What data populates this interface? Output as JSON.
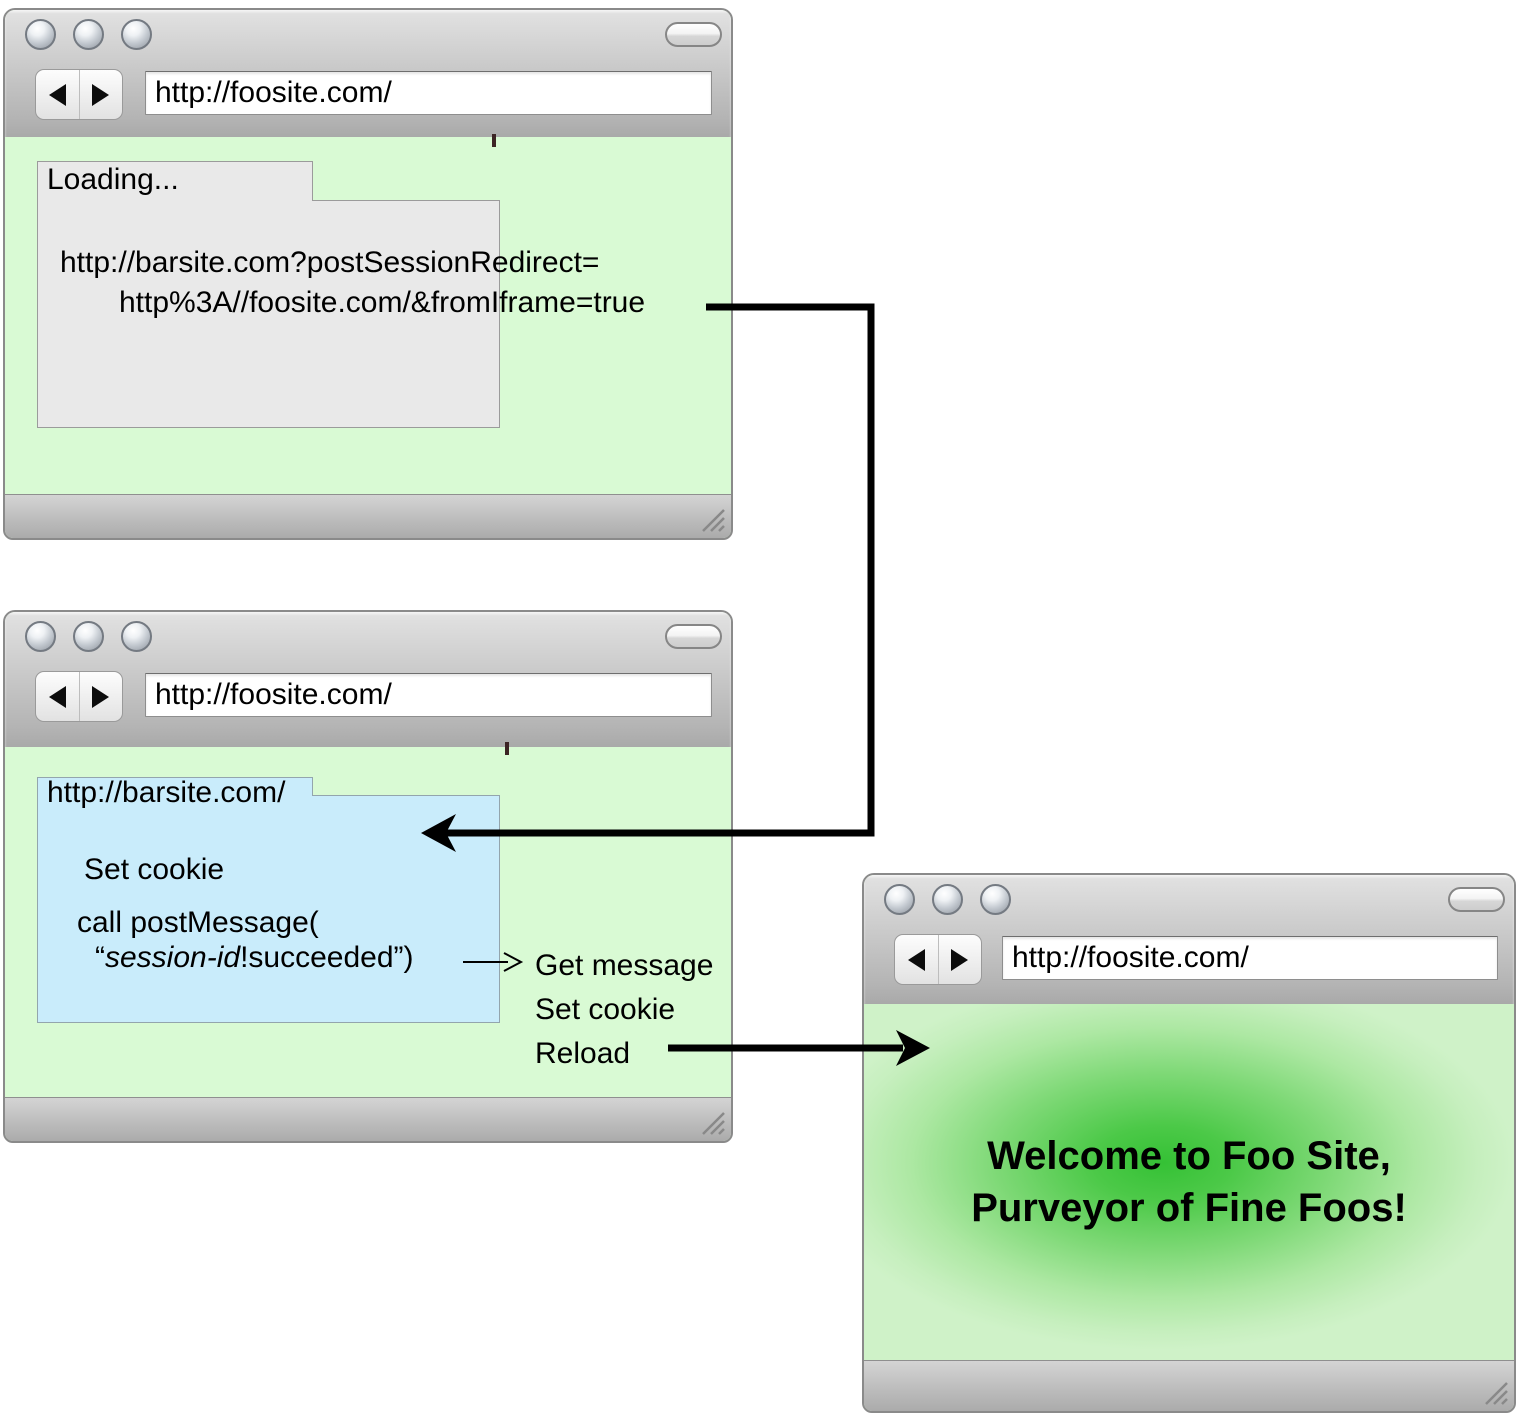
{
  "windows": [
    {
      "address": "http://foosite.com/",
      "iframe": {
        "tab_label": "Loading...",
        "url_line1": "http://barsite.com?postSessionRedirect=",
        "url_line2": "http%3A//foosite.com/&fromIframe=true"
      }
    },
    {
      "address": "http://foosite.com/",
      "iframe": {
        "tab_label": "http://barsite.com/",
        "line1": "Set cookie",
        "line2": "call postMessage(",
        "line3_open_quote": "“",
        "line3_italic": "session-id",
        "line3_rest": "!succeeded”)"
      },
      "actions": [
        "Get message",
        "Set cookie",
        "Reload"
      ]
    },
    {
      "address": "http://foosite.com/",
      "welcome": [
        "Welcome to Foo Site,",
        "Purveyor of Fine Foos!"
      ]
    }
  ],
  "colors": {
    "page_green": "#d9fad4",
    "iframe_gray": "#e9e9e9",
    "iframe_blue": "#c9ecfb",
    "welcome_center_green": "#35c135",
    "chrome_gray": "#bdbdbd",
    "arrow_black": "#000000"
  }
}
